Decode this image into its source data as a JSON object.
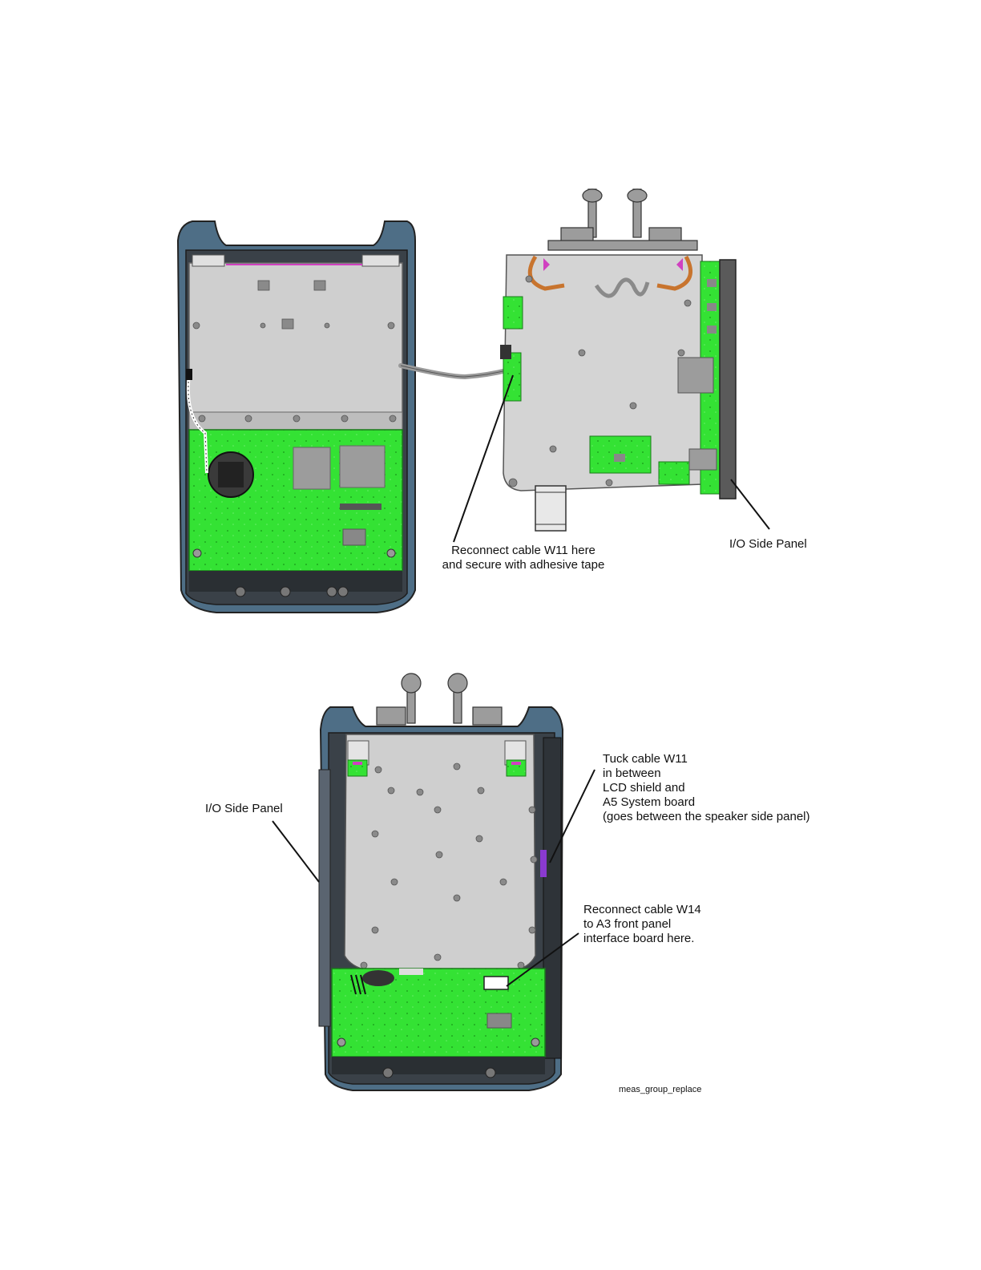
{
  "colors": {
    "board_green": "#33e633",
    "shield_gray": "#c9c9c9",
    "housing_dark": "#3c4650",
    "housing_blue": "#4e6e86",
    "copper": "#c8742e",
    "magenta": "#d040c0"
  },
  "callouts": {
    "w11_reconnect": "Reconnect cable W11 here\nand secure with adhesive tape",
    "io_side_panel_top": "I/O Side Panel",
    "io_side_panel_bottom": "I/O Side Panel",
    "tuck_w11": "Tuck cable W11\nin between\nLCD shield and\nA5 System board\n(goes between the speaker side panel)",
    "w14_reconnect": "Reconnect cable W14\nto A3 front panel\ninterface board here."
  },
  "figure_id": "meas_group_replace"
}
